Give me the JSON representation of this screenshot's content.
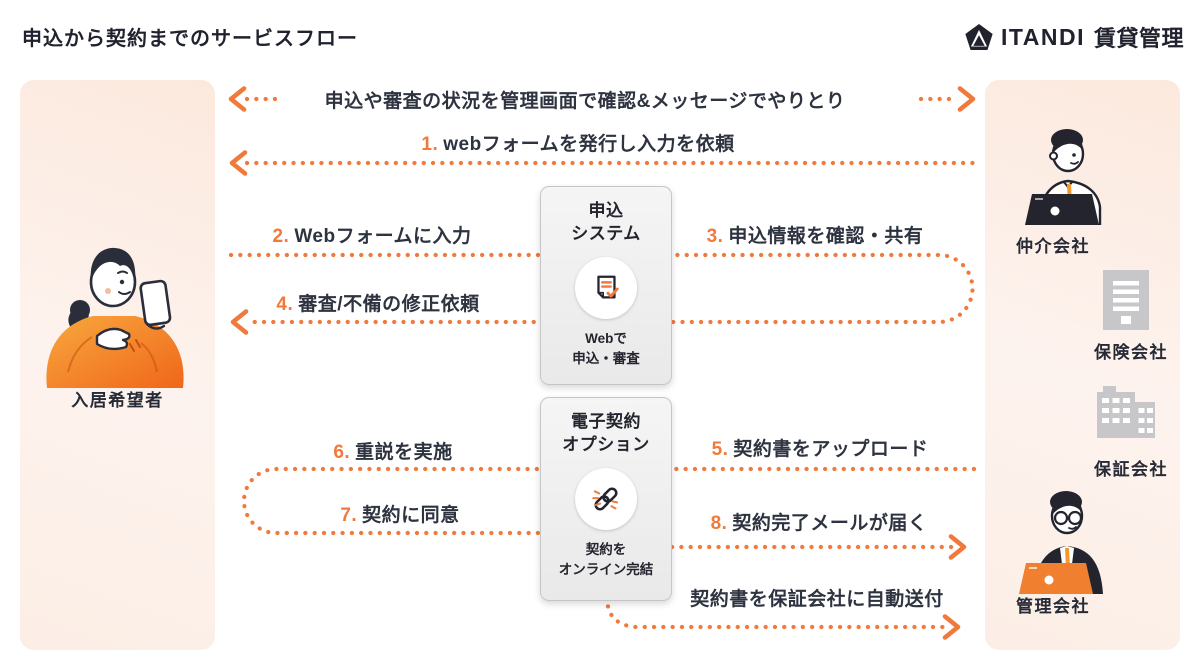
{
  "page": {
    "title": "申込から契約までのサービスフロー"
  },
  "logo": {
    "brand": "ITANDI",
    "product": "賃貸管理"
  },
  "actors": {
    "applicant": {
      "label": "入居希望者",
      "illustration": "woman-with-phone"
    },
    "companies": [
      {
        "label": "仲介会社",
        "illustration": "man-at-laptop"
      },
      {
        "label": "保険会社",
        "illustration": "office-building"
      },
      {
        "label": "保証会社",
        "illustration": "office-building-wide"
      },
      {
        "label": "管理会社",
        "illustration": "man-in-suit-at-laptop"
      }
    ]
  },
  "systems": [
    {
      "title": "申込\nシステム",
      "caption": "Webで\n申込・審査",
      "icon": "document-check-icon"
    },
    {
      "title": "電子契約\nオプション",
      "caption": "契約を\nオンライン完結",
      "icon": "link-icon"
    }
  ],
  "flows": {
    "exchange": "申込や審査の状況を管理画面で確認&メッセージでやりとり",
    "steps": [
      {
        "num": "1.",
        "label": "webフォームを発行し入力を依頼"
      },
      {
        "num": "2.",
        "label": "Webフォームに入力"
      },
      {
        "num": "3.",
        "label": "申込情報を確認・共有"
      },
      {
        "num": "4.",
        "label": "審査/不備の修正依頼"
      },
      {
        "num": "5.",
        "label": "契約書をアップロード"
      },
      {
        "num": "6.",
        "label": "重説を実施"
      },
      {
        "num": "7.",
        "label": "契約に同意"
      },
      {
        "num": "8.",
        "label": "契約完了メールが届く"
      }
    ],
    "auto_send": "契約書を保証会社に自動送付"
  },
  "colors": {
    "accent": "#F0793B",
    "text": "#2E3340",
    "heading": "#20222E",
    "panel_bg": "#FCEEE5",
    "box_bg": "#EFEFEF",
    "icon_gray": "#C7C7CA"
  }
}
